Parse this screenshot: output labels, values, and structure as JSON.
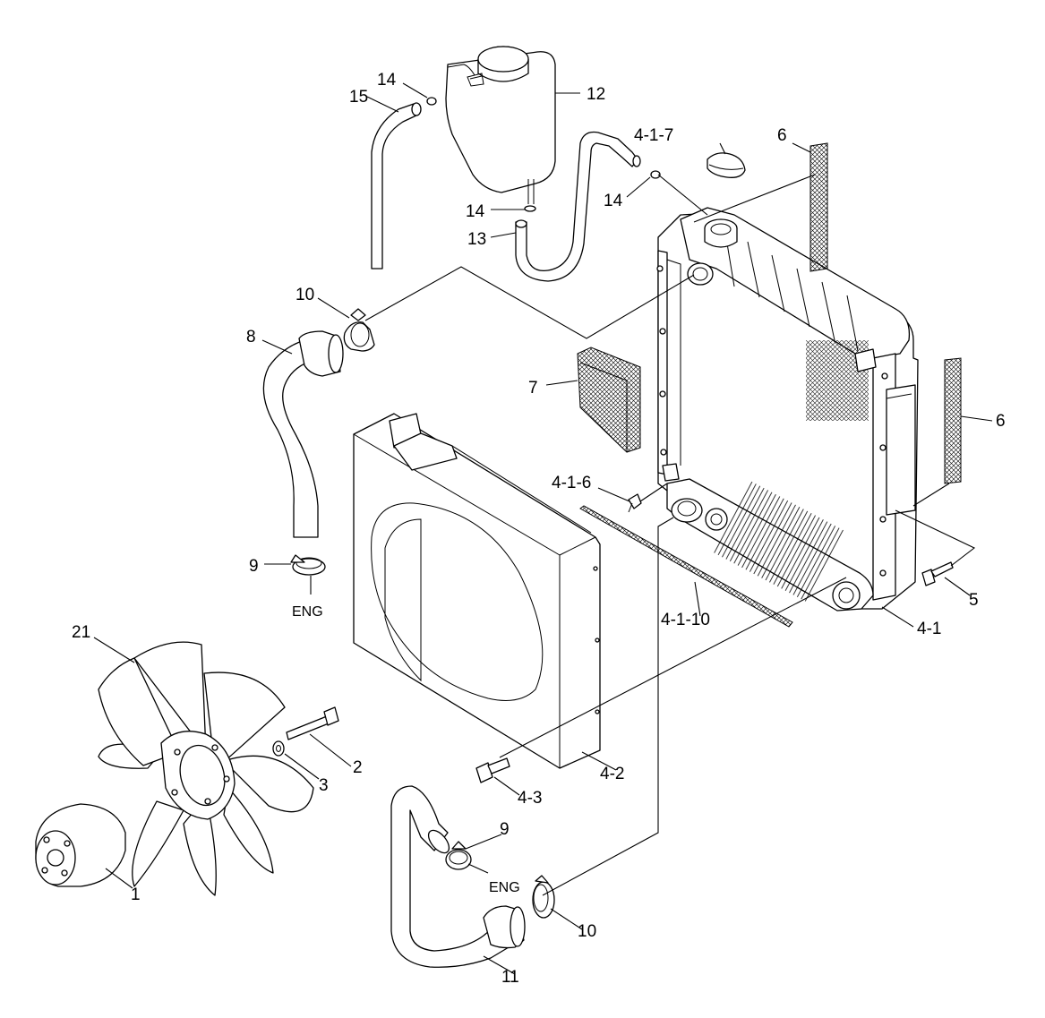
{
  "callouts": {
    "c1": "1",
    "c2": "2",
    "c3": "3",
    "c4_1": "4-1",
    "c4_1_6": "4-1-6",
    "c4_1_7": "4-1-7",
    "c4_1_10": "4-1-10",
    "c4_2": "4-2",
    "c4_3": "4-3",
    "c5": "5",
    "c6_top": "6",
    "c6_right": "6",
    "c7": "7",
    "c8": "8",
    "c9_upper": "9",
    "c9_lower": "9",
    "c10_upper": "10",
    "c10_lower": "10",
    "c11": "11",
    "c12": "12",
    "c13": "13",
    "c14_top": "14",
    "c14_mid": "14",
    "c14_right": "14",
    "c15": "15",
    "c21": "21",
    "eng_upper": "ENG",
    "eng_lower": "ENG"
  }
}
